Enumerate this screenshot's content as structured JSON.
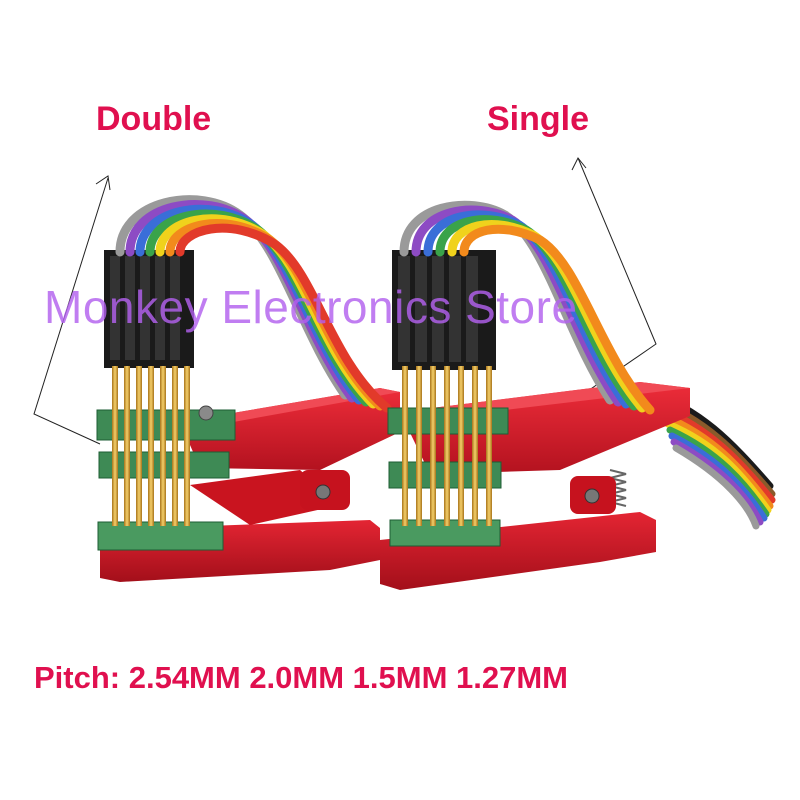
{
  "labels": {
    "double": "Double",
    "single": "Single",
    "pitch": "Pitch: 2.54MM 2.0MM 1.5MM 1.27MM"
  },
  "watermark": "Monkey Electronics Store",
  "colors": {
    "label_text": "#e0104f",
    "watermark": "#b260ee",
    "clip_body": "#d81b2a",
    "pcb": "#3e8a55",
    "pogo_pin": "#d9a43a",
    "header": "#1a1a1a"
  },
  "icons": [
    "spring-clip",
    "ribbon-cable",
    "pogo-pin",
    "pin-header",
    "pointer-line"
  ]
}
